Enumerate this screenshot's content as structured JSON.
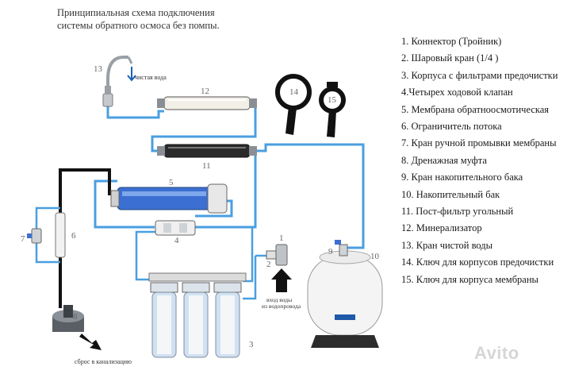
{
  "title": {
    "line1": "Принципиальная схема подключения",
    "line2": "системы обратного осмоса без помпы."
  },
  "legend": [
    "1. Коннектор (Тройник)",
    "2. Шаровый кран (1/4 )",
    "3. Корпуса с фильтрами предочистки",
    "4.Четырех ходовой клапан",
    "5. Мембрана обратноосмотическая",
    "6. Ограничитель потока",
    "7. Кран ручной промывки мембраны",
    "8. Дренажная муфта",
    "9. Кран накопительного бака",
    "10. Накопительный бак",
    "11. Пост-фильтр угольный",
    "12. Минерализатор",
    "13. Кран чистой воды",
    "14. Ключ для корпусов предочистки",
    "15. Ключ для корпуса мембраны"
  ],
  "callouts": {
    "n1": "1",
    "n2": "2",
    "n3": "3",
    "n4": "4",
    "n5": "5",
    "n6": "6",
    "n7": "7",
    "n8": "8",
    "n9": "9",
    "n10": "10",
    "n11": "11",
    "n12": "12",
    "n13": "13",
    "n14": "14",
    "n15": "15"
  },
  "labels": {
    "clean_water": "чистая вода",
    "inlet_line1": "вход воды",
    "inlet_line2": "из водопровода",
    "drain": "сброс в канализацию"
  },
  "watermark": "Avito",
  "colors": {
    "clean_pipe": "#4a9fe0",
    "drain_pipe": "#111111",
    "membrane_body": "#3b6fd1",
    "tank": "#f4f4f4"
  }
}
